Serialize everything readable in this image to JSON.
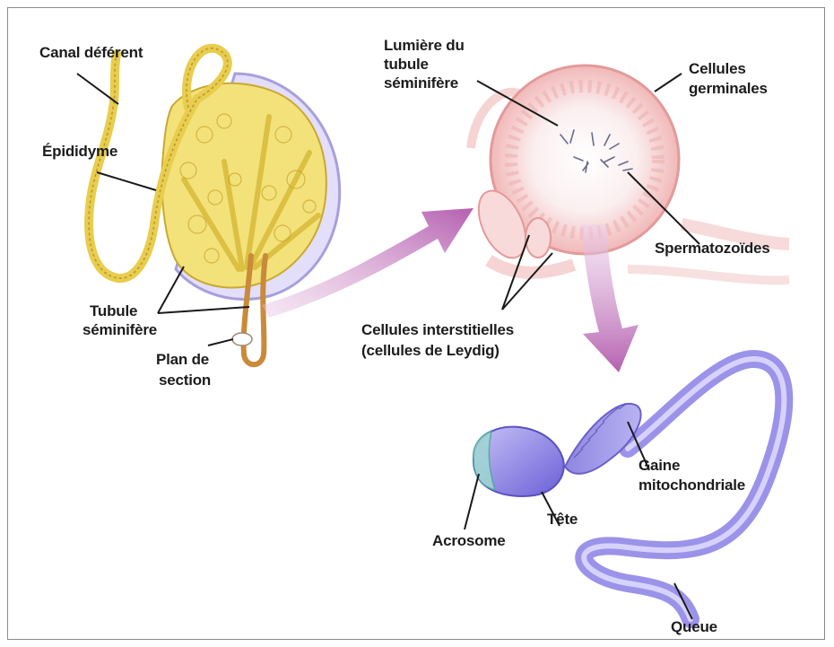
{
  "labels": {
    "canal_deferent": "Canal déférent",
    "epididyme": "Épididyme",
    "tubule_seminifere_1": "Tubule",
    "tubule_seminifere_2": "séminifère",
    "plan_section_1": "Plan de",
    "plan_section_2": "section",
    "lumiere_1": "Lumière du",
    "lumiere_2": "tubule",
    "lumiere_3": "séminifère",
    "cellules_germinales_1": "Cellules",
    "cellules_germinales_2": "germinales",
    "spermatozoides": "Spermatozoïdes",
    "interstitielles_1": "Cellules interstitielles",
    "interstitielles_2": "(cellules de Leydig)",
    "gaine_1": "Gaine",
    "gaine_2": "mitochondriale",
    "tete": "Tête",
    "acrosome": "Acrosome",
    "queue": "Queue"
  },
  "colors": {
    "testis_yellow": "#f3e27a",
    "testis_outline": "#c9a92e",
    "capsule": "#cfc9ea",
    "tubule_pink": "#f6c9c9",
    "tubule_outline": "#e39a9a",
    "arrow_mauve": "#c784c0",
    "sperm_violet": "#8f86e6",
    "sperm_tail": "#b1a8f0"
  }
}
